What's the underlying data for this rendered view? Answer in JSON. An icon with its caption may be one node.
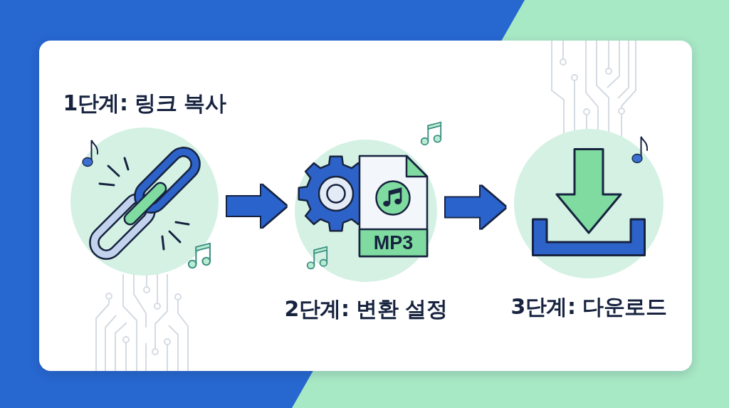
{
  "diagram": {
    "nodes": [
      {
        "text": [
          "1단계: 링크 복사"
        ]
      },
      {
        "text": [
          "2단계: 변환 설정"
        ]
      },
      {
        "text": [
          "MP3"
        ],
        "in": 1
      },
      {
        "text": [
          "3단계: 다운로드"
        ]
      }
    ],
    "edges": [
      {
        "from": 0,
        "to": 1,
        "arrow": "to"
      },
      {
        "from": 1,
        "to": 3,
        "arrow": "to"
      }
    ]
  }
}
